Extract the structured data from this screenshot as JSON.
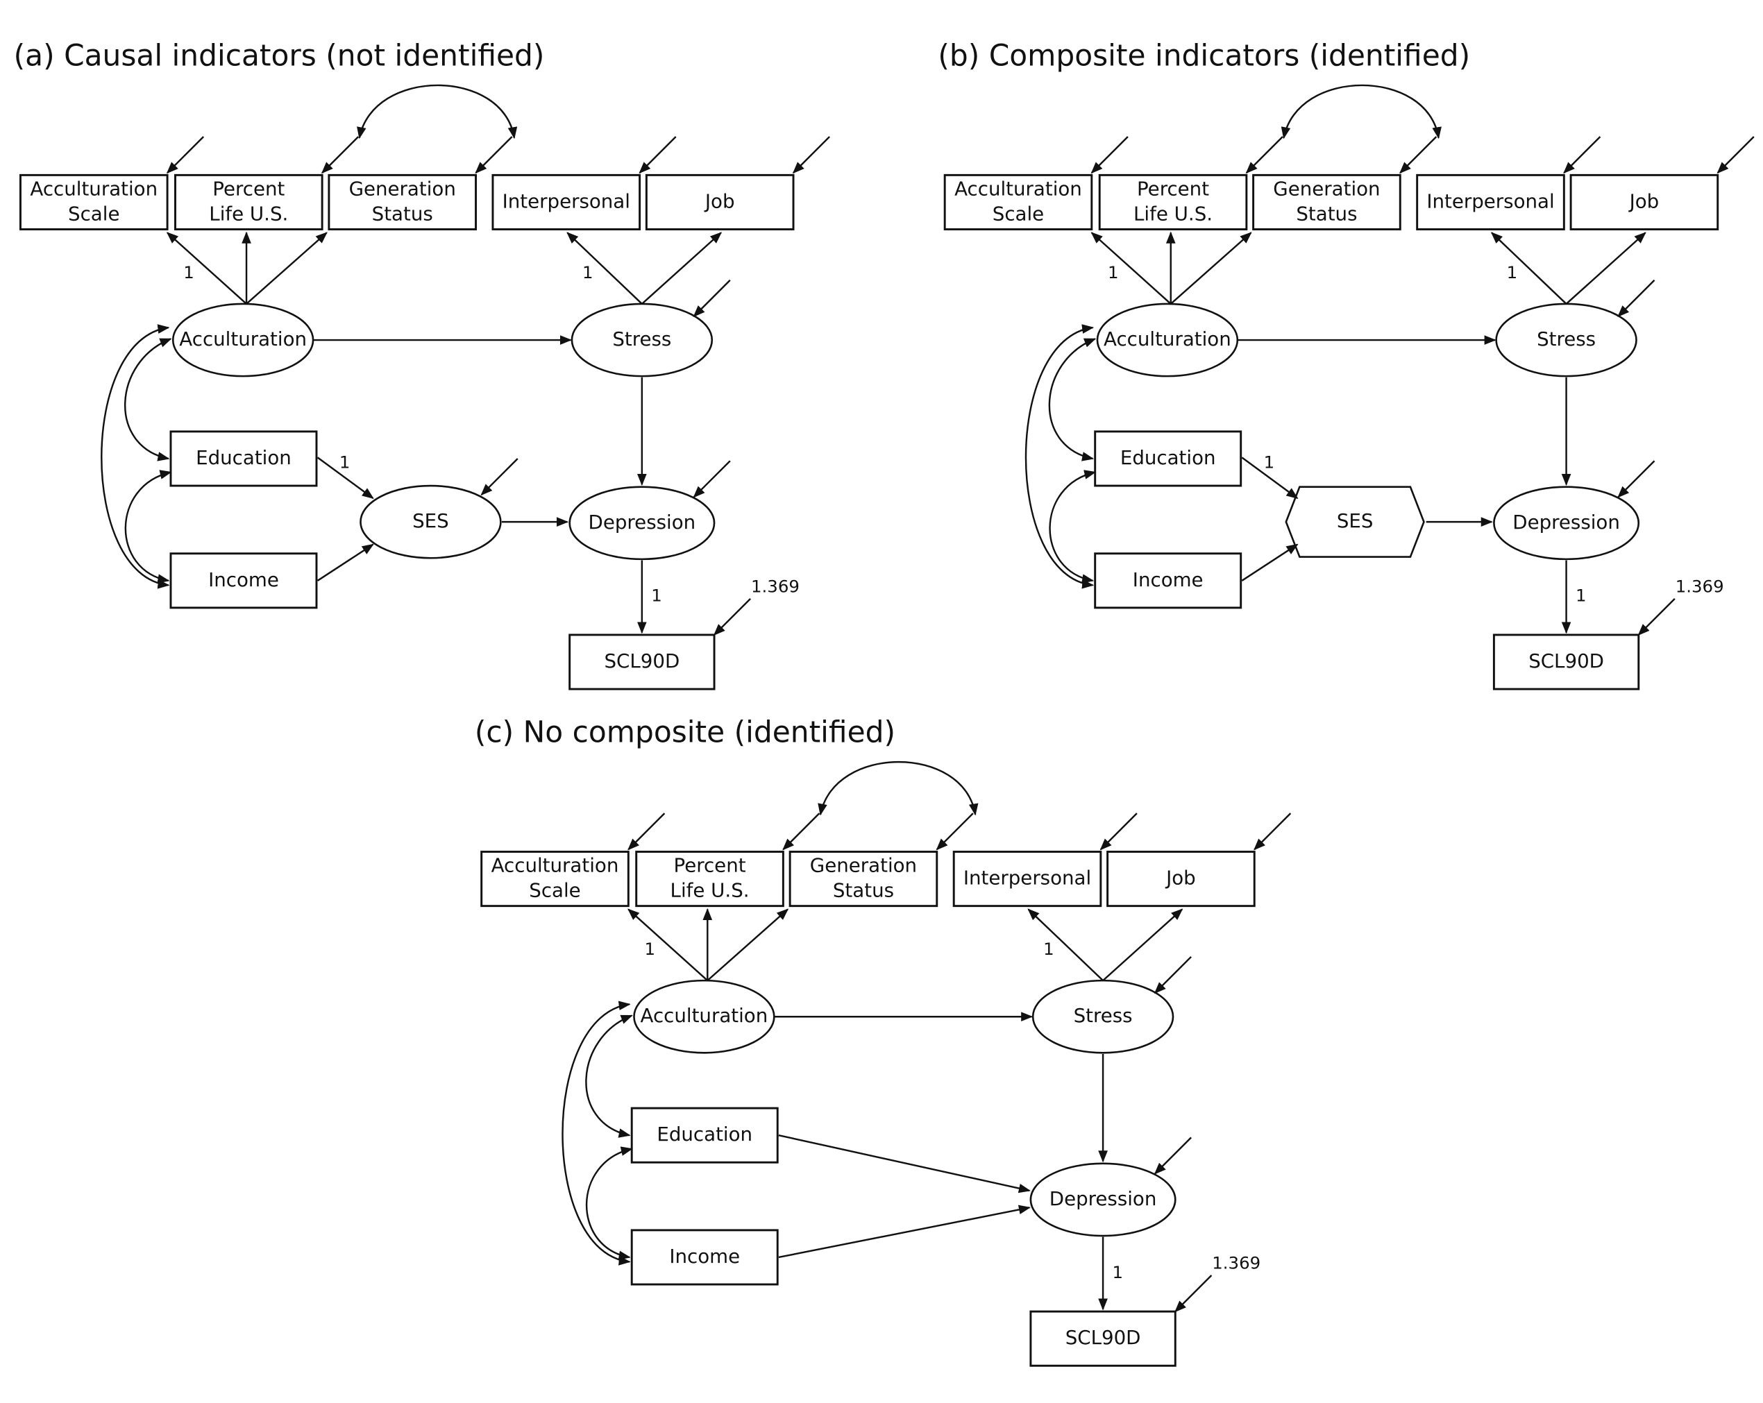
{
  "panels": [
    {
      "id": "a",
      "title": "(a)  Causal indicators (not identified)",
      "ses_shape": "ellipse",
      "nodes": {
        "acc_scale": [
          "Acculturation",
          "Scale"
        ],
        "pct_life": [
          "Percent",
          "Life U.S."
        ],
        "gen_status": [
          "Generation",
          "Status"
        ],
        "interpersonal": "Interpersonal",
        "job": "Job",
        "acculturation": "Acculturation",
        "stress": "Stress",
        "education": "Education",
        "income": "Income",
        "ses": "SES",
        "depression": "Depression",
        "scl90d": "SCL90D"
      },
      "labels": {
        "acc_loading": "1",
        "stress_loading": "1",
        "edu_ses": "1",
        "dep_loading": "1",
        "scl_error": "1.369"
      }
    },
    {
      "id": "b",
      "title": "(b)  Composite indicators (identified)",
      "ses_shape": "hexagon",
      "nodes": {
        "acc_scale": [
          "Acculturation",
          "Scale"
        ],
        "pct_life": [
          "Percent",
          "Life U.S."
        ],
        "gen_status": [
          "Generation",
          "Status"
        ],
        "interpersonal": "Interpersonal",
        "job": "Job",
        "acculturation": "Acculturation",
        "stress": "Stress",
        "education": "Education",
        "income": "Income",
        "ses": "SES",
        "depression": "Depression",
        "scl90d": "SCL90D"
      },
      "labels": {
        "acc_loading": "1",
        "stress_loading": "1",
        "edu_ses": "1",
        "dep_loading": "1",
        "scl_error": "1.369"
      }
    },
    {
      "id": "c",
      "title": "(c)  No composite (identified)",
      "ses_shape": "none",
      "nodes": {
        "acc_scale": [
          "Acculturation",
          "Scale"
        ],
        "pct_life": [
          "Percent",
          "Life U.S."
        ],
        "gen_status": [
          "Generation",
          "Status"
        ],
        "interpersonal": "Interpersonal",
        "job": "Job",
        "acculturation": "Acculturation",
        "stress": "Stress",
        "education": "Education",
        "income": "Income",
        "depression": "Depression",
        "scl90d": "SCL90D"
      },
      "labels": {
        "acc_loading": "1",
        "stress_loading": "1",
        "dep_loading": "1",
        "scl_error": "1.369"
      }
    }
  ]
}
